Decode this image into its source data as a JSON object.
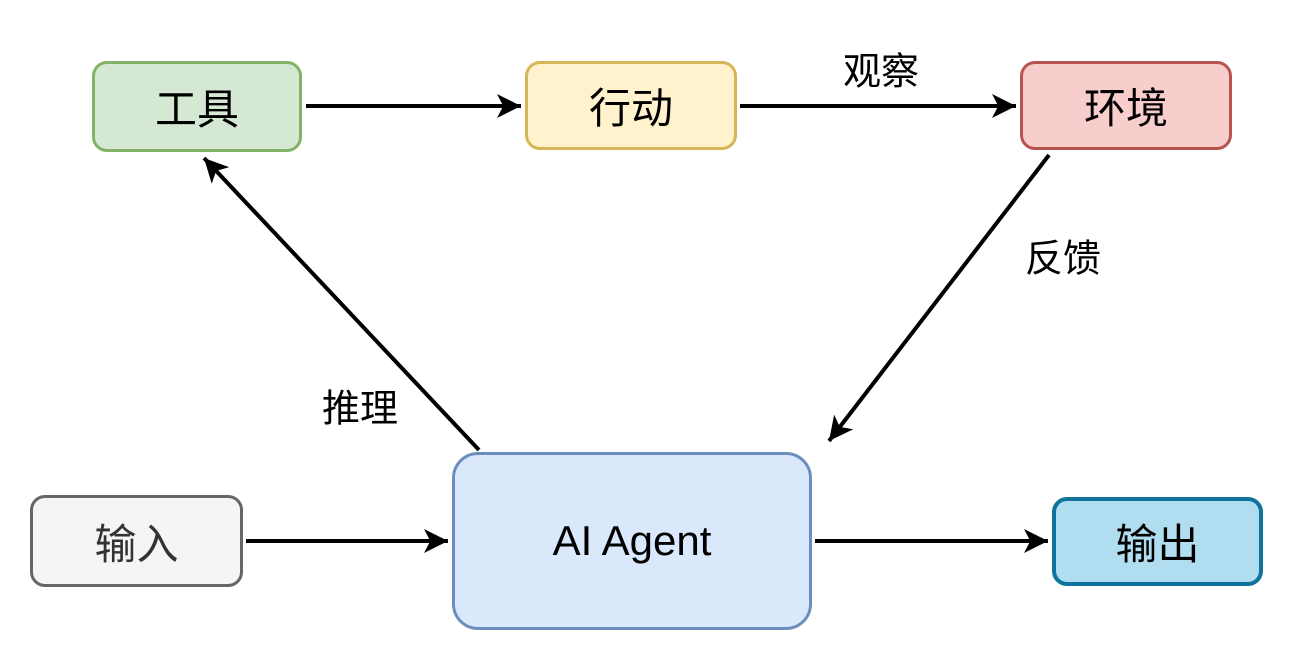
{
  "diagram": {
    "type": "flowchart",
    "background": "#ffffff",
    "arrow_color": "#000000",
    "nodes": {
      "tools": {
        "label": "工具",
        "fill": "#d5e8d4",
        "stroke": "#82b366"
      },
      "action": {
        "label": "行动",
        "fill": "#fff2cc",
        "stroke": "#d6b656"
      },
      "environment": {
        "label": "环境",
        "fill": "#f8cecc",
        "stroke": "#b85450"
      },
      "agent": {
        "label": "AI Agent",
        "fill": "#dae8fc",
        "stroke": "#6c8ebf"
      },
      "input": {
        "label": "输入",
        "fill": "#f5f5f5",
        "stroke": "#666666",
        "text_color": "#333333"
      },
      "output": {
        "label": "输出",
        "fill": "#b1ddf0",
        "stroke": "#10739e"
      }
    },
    "edges": {
      "tools_to_action": {
        "from": "工具",
        "to": "行动"
      },
      "action_to_environment": {
        "from": "行动",
        "to": "环境",
        "label": "观察"
      },
      "environment_to_agent": {
        "from": "环境",
        "to": "AI Agent",
        "label": "反馈"
      },
      "agent_to_tools": {
        "from": "AI Agent",
        "to": "工具",
        "label": "推理"
      },
      "input_to_agent": {
        "from": "输入",
        "to": "AI Agent"
      },
      "agent_to_output": {
        "from": "AI Agent",
        "to": "输出"
      }
    }
  }
}
